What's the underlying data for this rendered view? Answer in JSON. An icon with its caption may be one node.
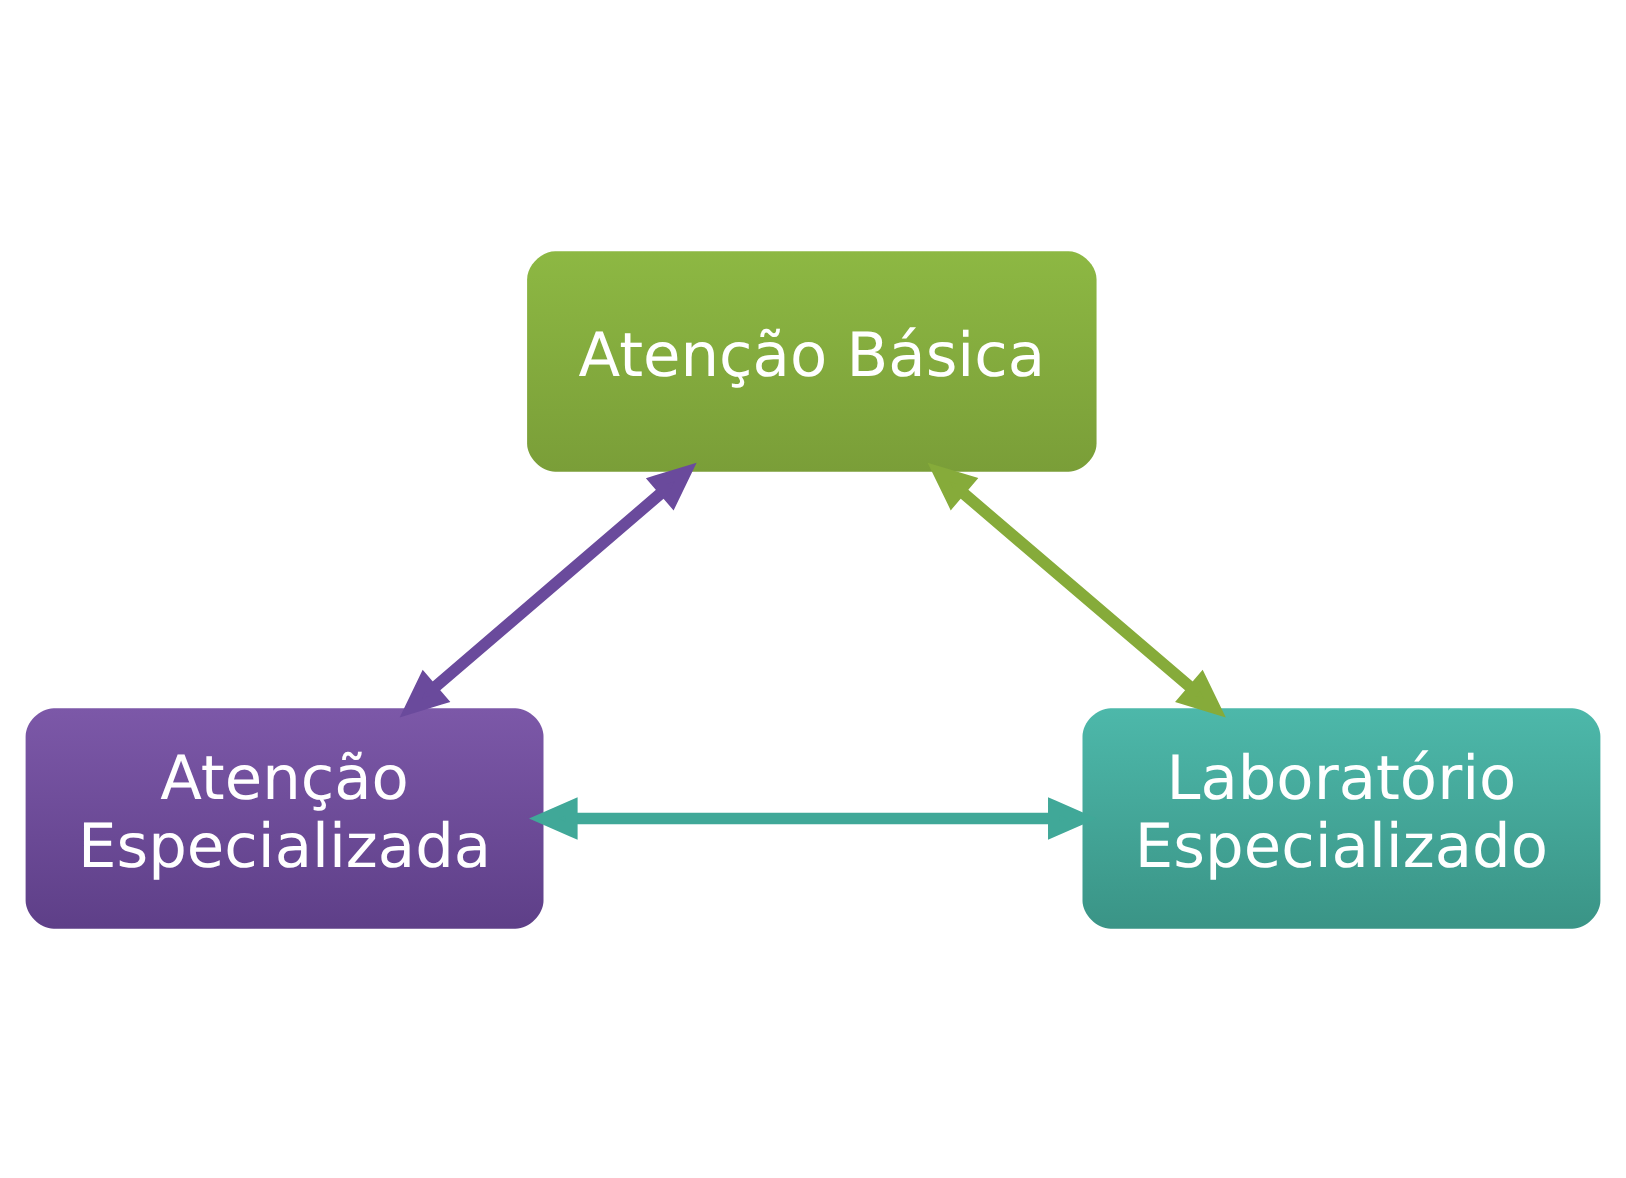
{
  "diagram": {
    "nodes": [
      {
        "text": [
          "Atenção Básica"
        ]
      },
      {
        "text": [
          "Atenção Especializada"
        ]
      },
      {
        "text": [
          "Laboratório Especializado"
        ]
      }
    ],
    "edges": [
      {
        "from": 0,
        "to": 1,
        "arrow": "both",
        "color": "#6a4a9c"
      },
      {
        "from": 0,
        "to": 2,
        "arrow": "both",
        "color": "#86ab3a"
      },
      {
        "from": 1,
        "to": 2,
        "arrow": "both",
        "color": "#40a898"
      }
    ]
  }
}
